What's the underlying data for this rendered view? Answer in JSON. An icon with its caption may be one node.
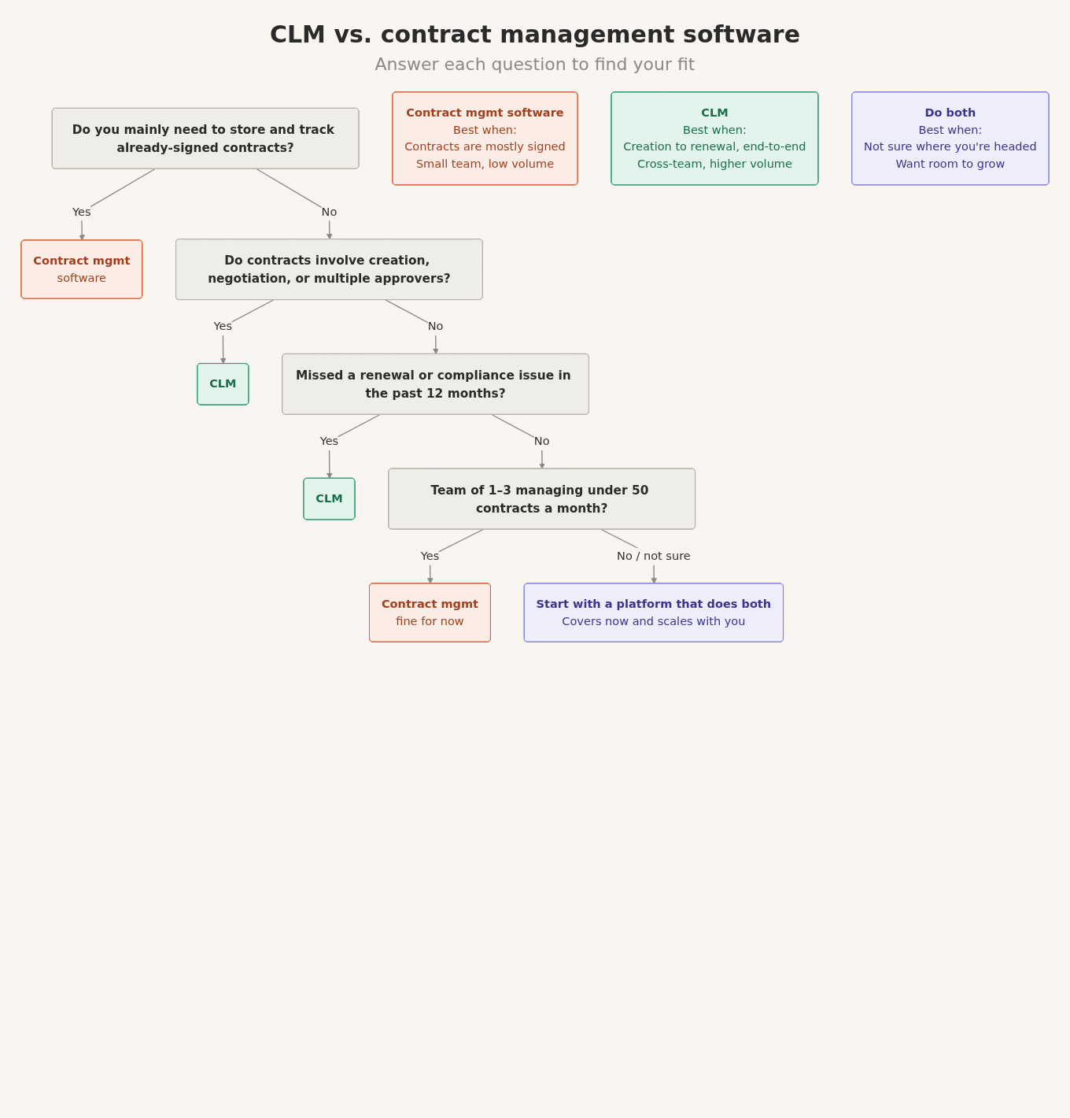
{
  "diagram": {
    "title": "CLM vs. contract management software",
    "nodes": [
      {
        "text": [
          "Do you mainly need to store and track already-signed contracts?"
        ]
      },
      {
        "text": [
          "Contract mgmt",
          "software"
        ]
      },
      {
        "text": [
          "Do contracts involve creation, negotiation, or multiple approvers?"
        ]
      },
      {
        "text": [
          "CLM"
        ]
      },
      {
        "text": [
          "Missed a renewal or compliance issue in the past 12 months?"
        ]
      },
      {
        "text": [
          "CLM"
        ]
      },
      {
        "text": [
          "Team of 1–3 managing under 50 contracts a month?"
        ]
      },
      {
        "text": [
          "Contract mgmt",
          "fine for now"
        ]
      },
      {
        "text": [
          "Start with a platform that does both",
          "Covers now and scales with you"
        ]
      },
      {
        "text": [
          "Contract mgmt software",
          "Best when:",
          "Contracts are mostly signed",
          "Small team, low volume"
        ]
      },
      {
        "text": [
          "CLM",
          "Best when:",
          "Creation to renewal, end-to-end",
          "Cross-team, higher volume"
        ]
      },
      {
        "text": [
          "Do both",
          "Best when:",
          "Not sure where you're headed",
          "Want room to grow"
        ]
      }
    ],
    "edges": [
      {
        "from": 0,
        "to": 1,
        "arrow": "to",
        "label": "Yes"
      },
      {
        "from": 0,
        "to": 2,
        "arrow": "to",
        "label": "No"
      },
      {
        "from": 2,
        "to": 3,
        "arrow": "to",
        "label": "Yes"
      },
      {
        "from": 2,
        "to": 4,
        "arrow": "to",
        "label": "No"
      },
      {
        "from": 4,
        "to": 5,
        "arrow": "to",
        "label": "Yes"
      },
      {
        "from": 4,
        "to": 6,
        "arrow": "to",
        "label": "No"
      },
      {
        "from": 6,
        "to": 7,
        "arrow": "to",
        "label": "Yes"
      },
      {
        "from": 6,
        "to": 8,
        "arrow": "to",
        "label": "No / not sure"
      }
    ],
    "labels": [
      "Answer each question to find your fit"
    ]
  }
}
